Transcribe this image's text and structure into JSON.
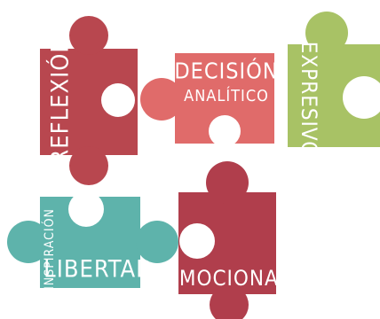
{
  "pieces": [
    {
      "id": "reflexion",
      "label": "REFLEXIÓN",
      "color": "#b8474f"
    },
    {
      "id": "decision",
      "label": "DECISIÓN",
      "sublabel": "ANALÍTICO",
      "color": "#e06b6a"
    },
    {
      "id": "expresivo",
      "label": "EXPRESIVO",
      "color": "#a8c265"
    },
    {
      "id": "libertad",
      "label": "LIBERTAD",
      "sublabel": "INSPIRACIÓN",
      "color": "#5eb3ab"
    },
    {
      "id": "emocional",
      "label": "EMOCIONAL",
      "color": "#b03e4c"
    }
  ]
}
